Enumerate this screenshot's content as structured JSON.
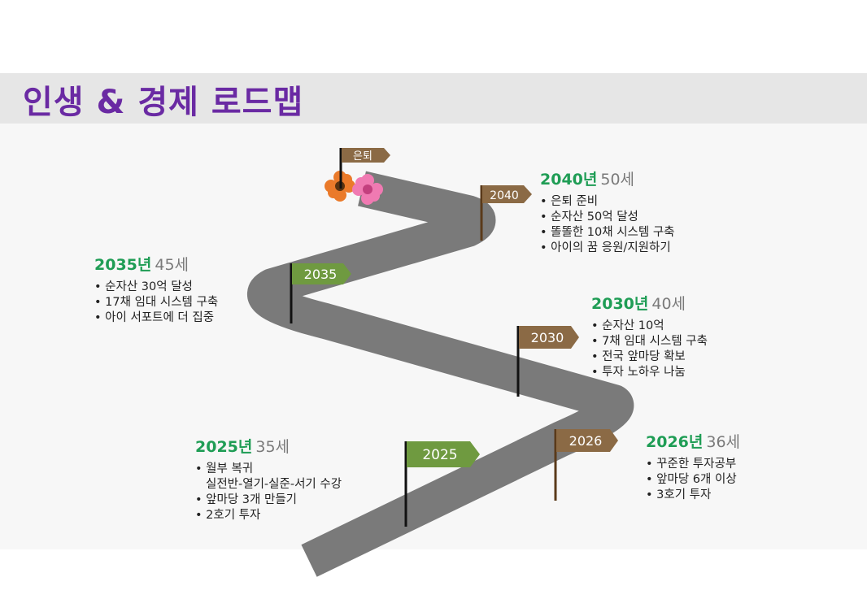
{
  "title": "인생 & 경제 로드맵",
  "flags": {
    "retire": "은퇴",
    "f2040": "2040",
    "f2035": "2035",
    "f2030": "2030",
    "f2026": "2026",
    "f2025": "2025"
  },
  "colors": {
    "title": "#6a2aa3",
    "road": "#7a7a7a",
    "year_green": "#1f9d55",
    "flag_brown": "#8b6a45",
    "flag_green": "#6f9a40"
  },
  "milestones": {
    "m2040": {
      "year": "2040년",
      "age": "50세",
      "items": [
        "은퇴 준비",
        "순자산 50억 달성",
        "똘똘한 10채 시스템 구축",
        "아이의 꿈 응원/지원하기"
      ]
    },
    "m2035": {
      "year": "2035년",
      "age": "45세",
      "items": [
        "순자산 30억 달성",
        "17채 임대 시스템 구축",
        "아이 서포트에 더 집중"
      ]
    },
    "m2030": {
      "year": "2030년",
      "age": "40세",
      "items": [
        "순자산 10억",
        "7채 임대 시스템 구축",
        "전국 앞마당 확보",
        "투자 노하우 나눔"
      ]
    },
    "m2026": {
      "year": "2026년",
      "age": "36세",
      "items": [
        "꾸준한 투자공부",
        "앞마당 6개 이상",
        "3호기 투자"
      ]
    },
    "m2025": {
      "year": "2025년",
      "age": "35세",
      "items": [
        "월부 복귀",
        "실전반-열기-실준-서기 수강",
        "앞마당 3개 만들기",
        "2호기 투자"
      ]
    }
  }
}
